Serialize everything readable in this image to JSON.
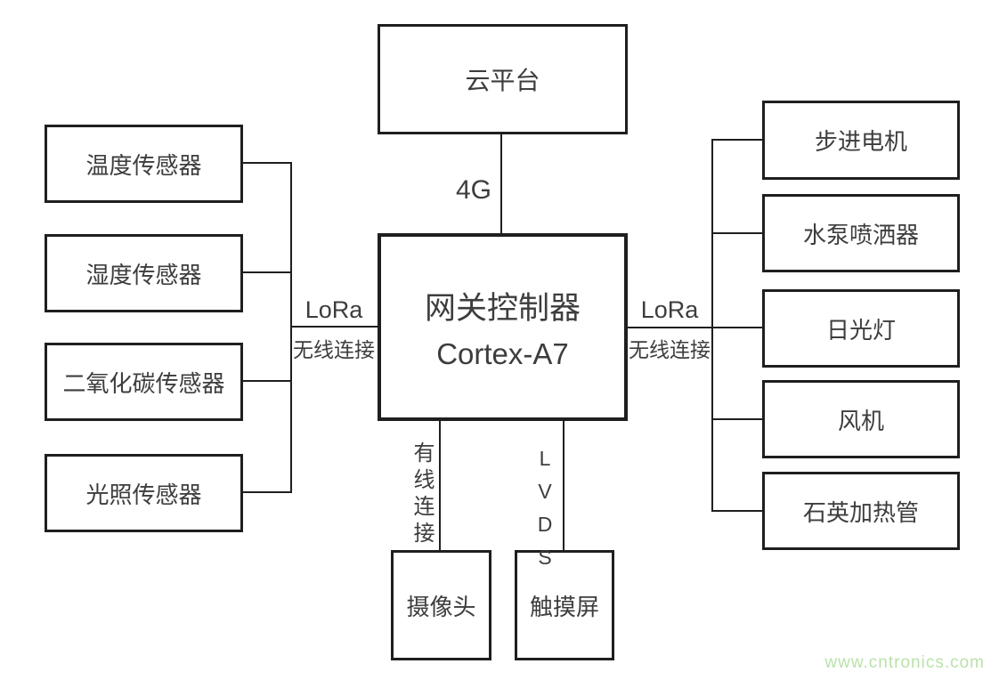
{
  "nodes": {
    "cloud": "云平台",
    "gateway_line1": "网关控制器",
    "gateway_line2": "Cortex-A7",
    "sensors": [
      {
        "label": "温度传感器"
      },
      {
        "label": "湿度传感器"
      },
      {
        "label": "二氧化碳传感器"
      },
      {
        "label": "光照传感器"
      }
    ],
    "actuators": [
      {
        "label": "步进电机"
      },
      {
        "label": "水泵喷洒器"
      },
      {
        "label": "日光灯"
      },
      {
        "label": "风机"
      },
      {
        "label": "石英加热管"
      }
    ],
    "camera": "摄像头",
    "touchscreen": "触摸屏"
  },
  "links": {
    "cloud_gateway": "4G",
    "left_protocol": "LoRa",
    "left_mode": "无线连接",
    "right_protocol": "LoRa",
    "right_mode": "无线连接",
    "camera": "有线连接",
    "touchscreen": "LVDS"
  },
  "watermark": "www.cntronics.com",
  "colors": {
    "line": "#1f1f1f",
    "text": "#3d3d3d",
    "background": "#ffffff",
    "watermark": "#b9e2aa"
  }
}
